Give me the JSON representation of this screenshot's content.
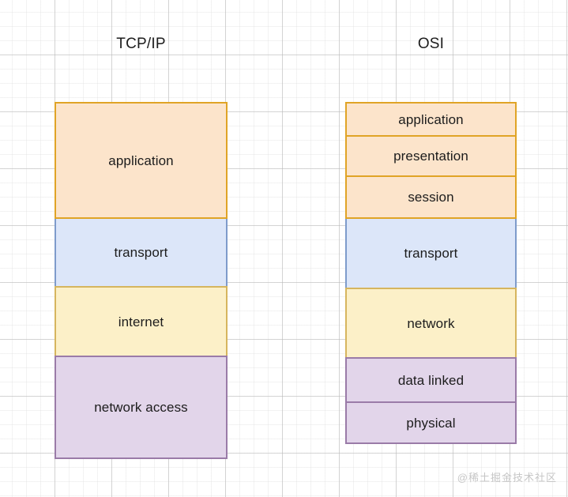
{
  "diagram": {
    "watermark": "@稀土掘金技术社区",
    "background": "graph-paper-grid",
    "columns": [
      {
        "id": "tcpip",
        "title": "TCP/IP",
        "layers": [
          {
            "label": "application",
            "theme": "peach",
            "height": 148
          },
          {
            "label": "transport",
            "theme": "blue",
            "height": 89
          },
          {
            "label": "internet",
            "theme": "yellow",
            "height": 90
          },
          {
            "label": "network access",
            "theme": "purple",
            "height": 131
          }
        ]
      },
      {
        "id": "osi",
        "title": "OSI",
        "layers": [
          {
            "label": "application",
            "theme": "peach",
            "height": 44
          },
          {
            "label": "presentation",
            "theme": "peach",
            "height": 53
          },
          {
            "label": "session",
            "theme": "peach",
            "height": 55
          },
          {
            "label": "transport",
            "theme": "blue",
            "height": 91
          },
          {
            "label": "network",
            "theme": "yellow",
            "height": 90
          },
          {
            "label": "data linked",
            "theme": "purple",
            "height": 58
          },
          {
            "label": "physical",
            "theme": "purple",
            "height": 54
          }
        ]
      }
    ],
    "palette": {
      "peach_fill": "#fce4cb",
      "peach_border": "#e0a426",
      "blue_fill": "#dce6f9",
      "blue_border": "#7e9bcb",
      "yellow_fill": "#fcf0c8",
      "yellow_border": "#d6b55e",
      "purple_fill": "#e2d5ea",
      "purple_border": "#9a7ba8",
      "text": "#1c1c1c",
      "watermark": "#c6c6c6"
    }
  }
}
